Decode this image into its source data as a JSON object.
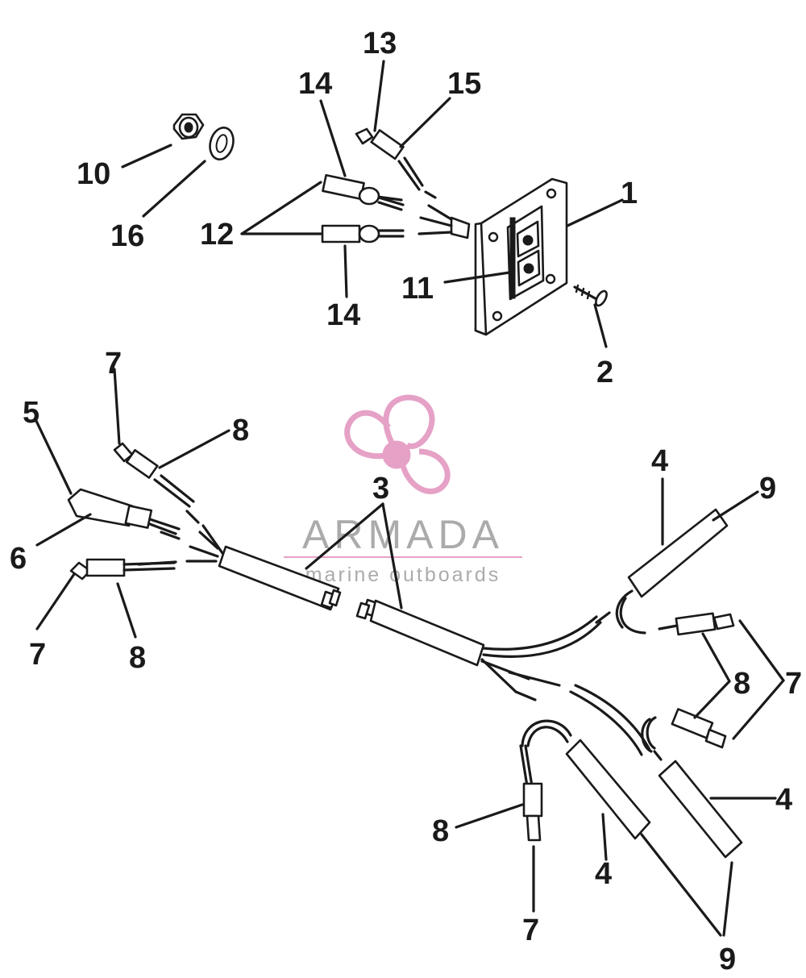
{
  "colors": {
    "line": "#1a1a1a",
    "logo_pink": "#e59cc4",
    "logo_gray": "#a7a7a7",
    "background": "#ffffff"
  },
  "watermark": {
    "title": "ARMADA",
    "subtitle": "marine outboards",
    "icon": "propeller-icon"
  },
  "callouts": {
    "c1": "1",
    "c2": "2",
    "c3": "3",
    "c4": "4",
    "c5": "5",
    "c6": "6",
    "c7": "7",
    "c8": "8",
    "c9": "9",
    "c10": "10",
    "c11": "11",
    "c12": "12",
    "c13": "13",
    "c14": "14",
    "c15": "15",
    "c16": "16"
  }
}
